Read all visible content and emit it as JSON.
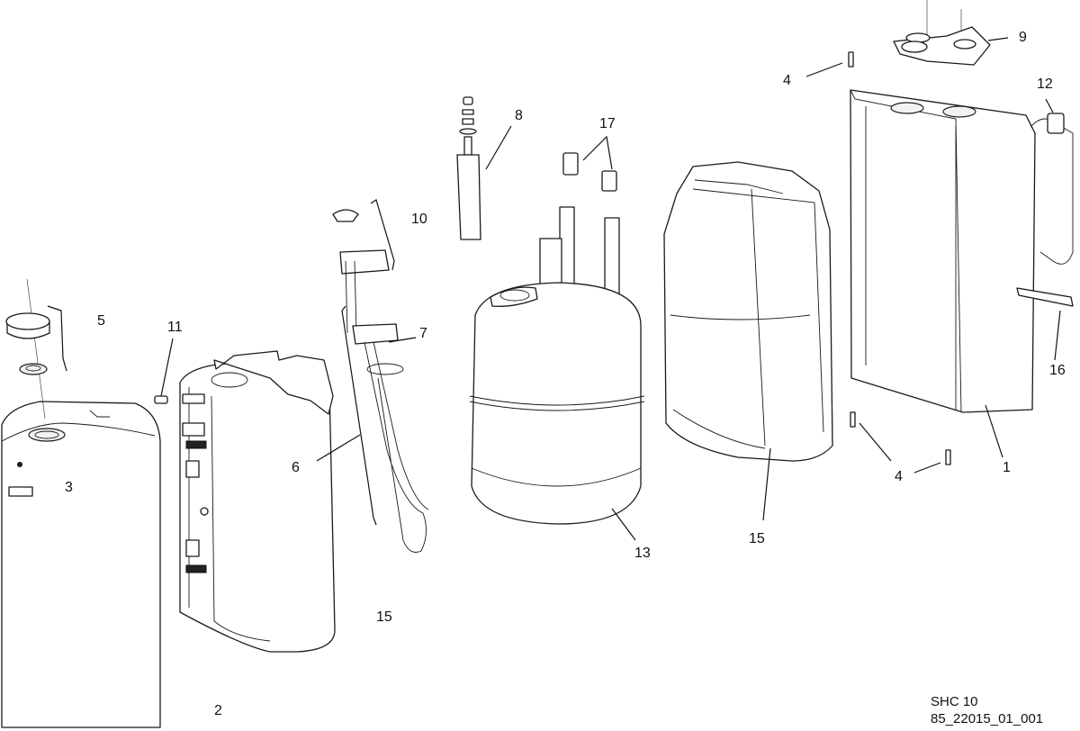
{
  "diagram": {
    "model": "SHC 10",
    "drawing_number": "85_22015_01_001",
    "callouts": [
      "1",
      "2",
      "3",
      "4",
      "4",
      "5",
      "6",
      "7",
      "8",
      "9",
      "10",
      "11",
      "12",
      "13",
      "15",
      "15",
      "16",
      "17"
    ]
  }
}
